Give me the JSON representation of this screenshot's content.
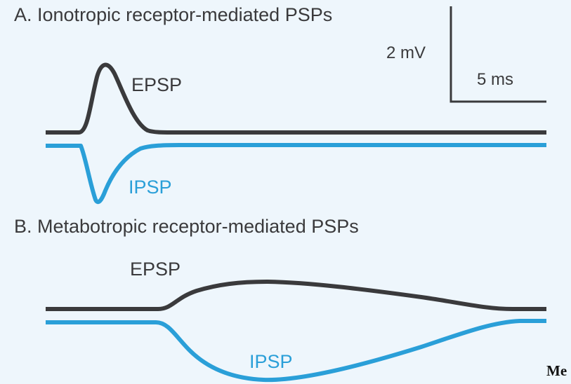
{
  "panel_a": {
    "heading": "A. Ionotropic receptor-mediated PSPs",
    "epsp_label": "EPSP",
    "ipsp_label": "IPSP"
  },
  "panel_b": {
    "heading": "B. Metabotropic receptor-mediated PSPs",
    "epsp_label": "EPSP",
    "ipsp_label": "IPSP"
  },
  "scale_bar": {
    "voltage_label": "2 mV",
    "time_label": "5 ms"
  },
  "corner_text": "Me",
  "colors": {
    "epsp_trace": "#3a3a3c",
    "ipsp_trace": "#2a9fd8",
    "scale_bar": "#3a3a3c",
    "background": "#eef6fc"
  }
}
